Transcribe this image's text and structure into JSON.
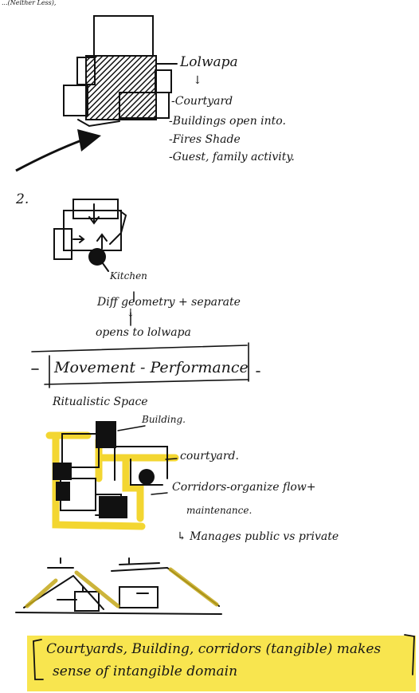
{
  "header_fragment": "...(Neither Less),",
  "section1": {
    "label_lolwapa": "Lolwapa",
    "down_arrow": "↓",
    "notes": [
      "-Courtyard",
      "-Buildings open into.",
      "-Fires Shade",
      "-Guest, family activity."
    ]
  },
  "section2": {
    "number": "2.",
    "label_kitchen": "Kitchen",
    "note1": "Diff geometry + separate",
    "down_arrow": "↓",
    "note2": "opens to lolwapa"
  },
  "section3": {
    "title": "Movement - Performance",
    "subtitle": "Ritualistic Space",
    "label_building": "Building.",
    "label_courtyard": "courtyard.",
    "corridors_line1": "Corridors-organize flow+",
    "corridors_line2": "maintenance.",
    "manages": "↳ Manages public vs private"
  },
  "conclusion": {
    "line1": "Courtyards, Building, corridors (tangible) makes",
    "line2": "sense of intangible domain"
  },
  "colors": {
    "ink": "#161616",
    "highlight": "#f2d21b"
  }
}
